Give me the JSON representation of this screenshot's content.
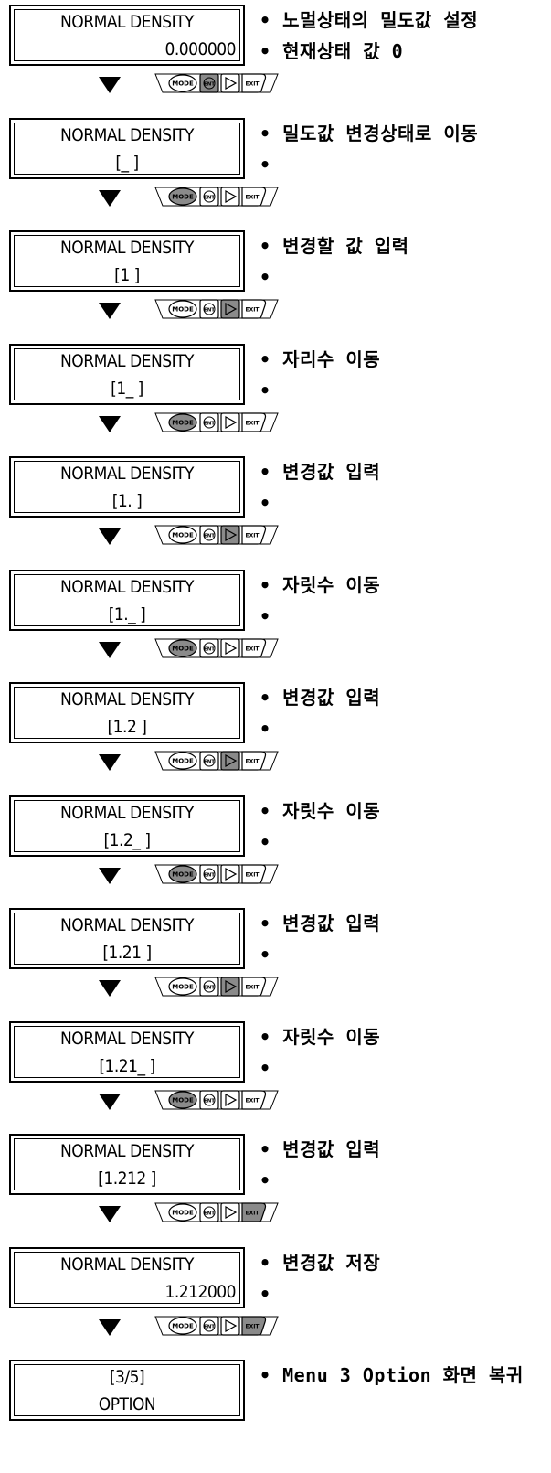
{
  "keys": {
    "mode": "MODE",
    "ent": "ENT",
    "exit": "EXIT"
  },
  "steps": [
    {
      "lcd1": "NORMAL DENSITY",
      "lcd2": "0.000000",
      "align": "right",
      "notes": [
        "• 노멀상태의 밀도값 설정",
        "• 현재상태 값 0"
      ],
      "pressed": "ent"
    },
    {
      "lcd1": "NORMAL DENSITY",
      "lcd2": "[_ ]",
      "align": "center",
      "notes": [
        "• 밀도값 변경상태로 이동",
        "•"
      ],
      "pressed": "mode"
    },
    {
      "lcd1": "NORMAL DENSITY",
      "lcd2": "[1 ]",
      "align": "center",
      "notes": [
        "• 변경할 값 입력",
        "•"
      ],
      "pressed": "right"
    },
    {
      "lcd1": "NORMAL DENSITY",
      "lcd2": "[1_ ]",
      "align": "center",
      "notes": [
        "• 자리수 이동",
        "•"
      ],
      "pressed": "mode"
    },
    {
      "lcd1": "NORMAL DENSITY",
      "lcd2": "[1. ]",
      "align": "center",
      "notes": [
        "• 변경값 입력",
        "•"
      ],
      "pressed": "right"
    },
    {
      "lcd1": "NORMAL DENSITY",
      "lcd2": "[1._ ]",
      "align": "center",
      "notes": [
        "• 자릿수 이동",
        "•"
      ],
      "pressed": "mode"
    },
    {
      "lcd1": "NORMAL DENSITY",
      "lcd2": "[1.2 ]",
      "align": "center",
      "notes": [
        "• 변경값 입력",
        "•"
      ],
      "pressed": "right"
    },
    {
      "lcd1": "NORMAL DENSITY",
      "lcd2": "[1.2_ ]",
      "align": "center",
      "notes": [
        "• 자릿수 이동",
        "•"
      ],
      "pressed": "mode"
    },
    {
      "lcd1": "NORMAL DENSITY",
      "lcd2": "[1.21 ]",
      "align": "center",
      "notes": [
        "• 변경값 입력",
        "•"
      ],
      "pressed": "right"
    },
    {
      "lcd1": "NORMAL DENSITY",
      "lcd2": "[1.21_ ]",
      "align": "center",
      "notes": [
        "• 자릿수 이동",
        "•"
      ],
      "pressed": "mode"
    },
    {
      "lcd1": "NORMAL DENSITY",
      "lcd2": "[1.212 ]",
      "align": "center",
      "notes": [
        "• 변경값 입력",
        "•"
      ],
      "pressed": "exit"
    },
    {
      "lcd1": "NORMAL DENSITY",
      "lcd2": "1.212000",
      "align": "right",
      "notes": [
        "• 변경값 저장",
        "•"
      ],
      "pressed": "exit"
    },
    {
      "lcd1": "[3/5]",
      "lcd2": "OPTION",
      "align": "center",
      "notes": [
        "• Menu 3 Option 화면 복귀",
        ""
      ],
      "pressed": ""
    }
  ],
  "colors": {
    "pressed": "#8a8a8a",
    "frame": "#000000"
  }
}
